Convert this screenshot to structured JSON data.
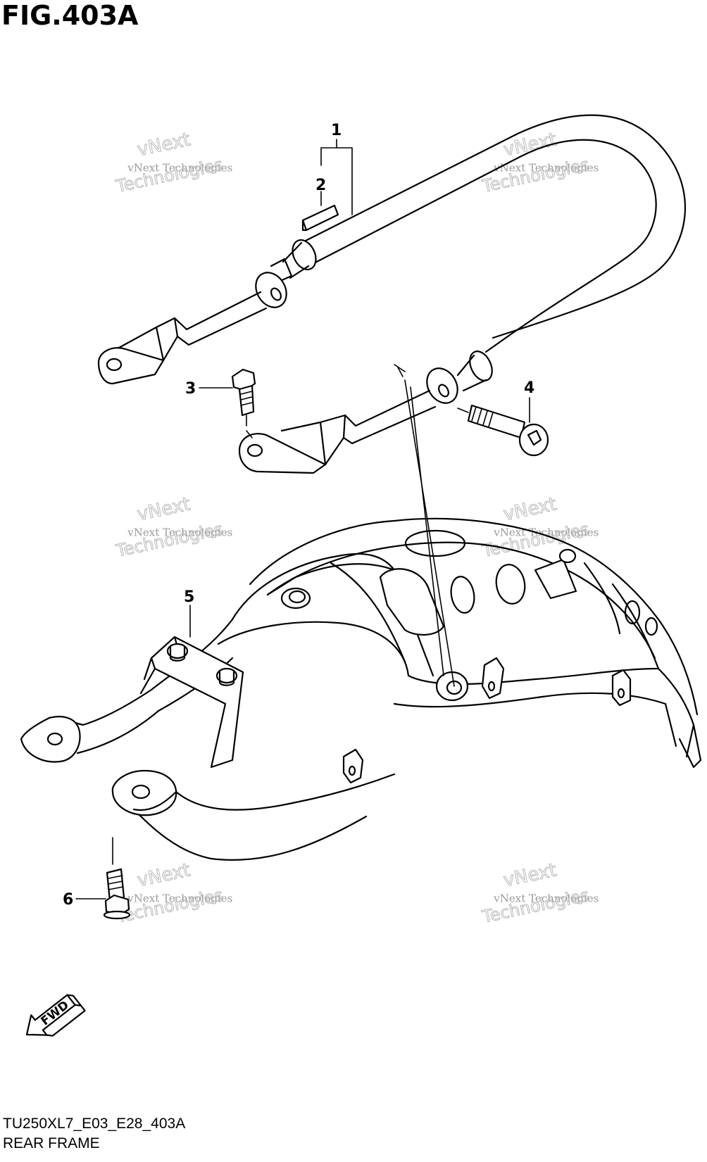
{
  "figure": {
    "title": "FIG.403A",
    "code": "TU250XL7_E03_E28_403A",
    "name": "REAR FRAME"
  },
  "callouts": [
    {
      "id": "1",
      "label": "1"
    },
    {
      "id": "2",
      "label": "2"
    },
    {
      "id": "3",
      "label": "3"
    },
    {
      "id": "4",
      "label": "4"
    },
    {
      "id": "5",
      "label": "5"
    },
    {
      "id": "6",
      "label": "6"
    }
  ],
  "fwd_label": "FWD",
  "watermark": {
    "line1": "vNext Technologies",
    "line2": "vNext",
    "line3": "Technologies"
  }
}
